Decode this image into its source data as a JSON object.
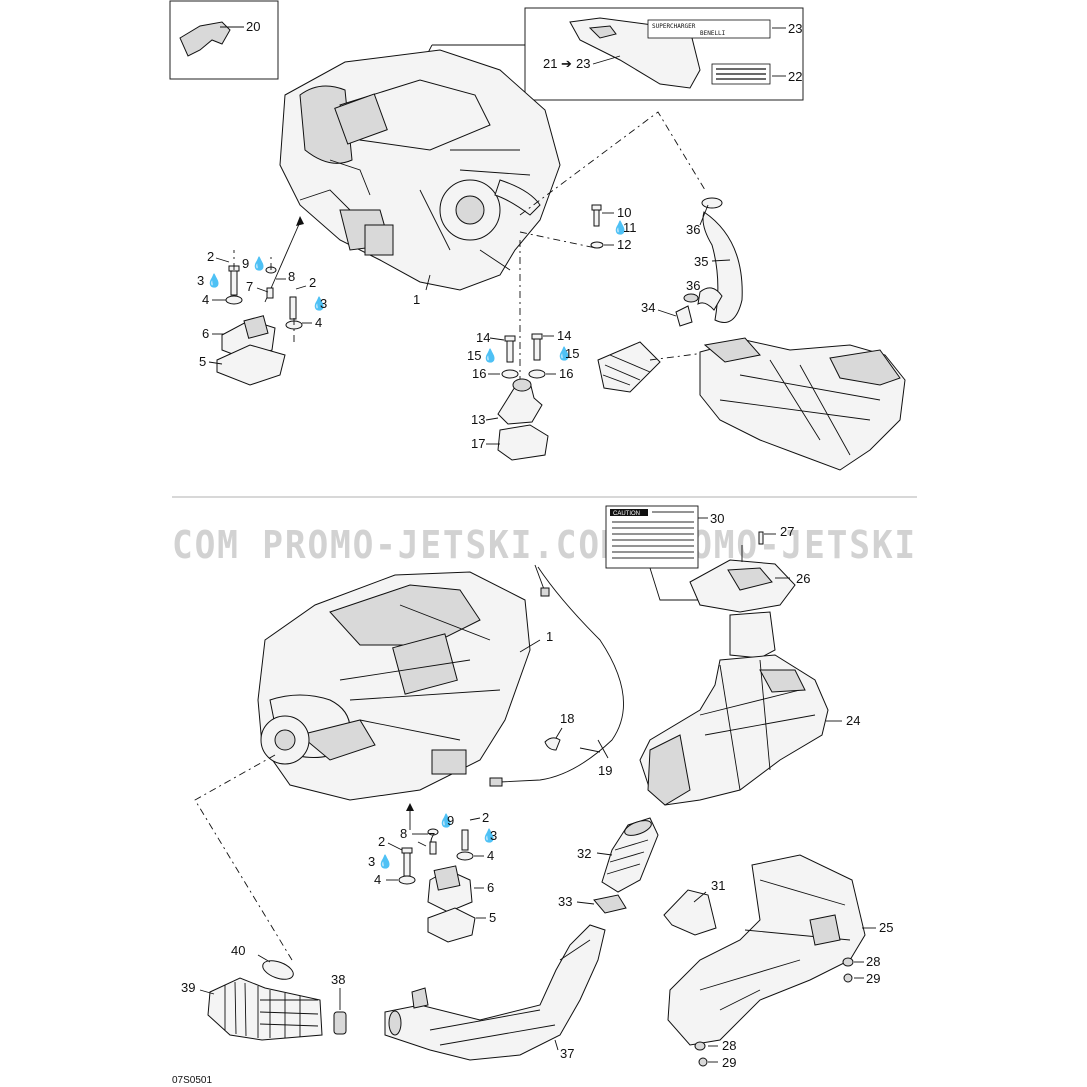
{
  "watermark": "COM   PROMO-JETSKI.COM PROMO-JETSKI",
  "figure_code": "07S0501",
  "decals": {
    "supercharger_1": "SUPERCHARGER",
    "supercharger_2": "BENELLI",
    "caution": "CAUTION"
  },
  "callouts_top": [
    "20",
    "23",
    "21",
    "23",
    "22",
    "10",
    "11",
    "12",
    "36",
    "35",
    "36",
    "34",
    "2",
    "9",
    "3",
    "8",
    "7",
    "2",
    "4",
    "3",
    "6",
    "4",
    "5",
    "1",
    "14",
    "14",
    "15",
    "15",
    "16",
    "16",
    "13",
    "17"
  ],
  "callouts_bottom": [
    "30",
    "27",
    "26",
    "1",
    "24",
    "18",
    "19",
    "8",
    "9",
    "2",
    "7",
    "3",
    "2",
    "4",
    "3",
    "6",
    "4",
    "5",
    "32",
    "31",
    "33",
    "25",
    "28",
    "29",
    "40",
    "39",
    "38",
    "37",
    "28",
    "29"
  ],
  "colors": {
    "line": "#111111",
    "watermark": "#d2d2d2",
    "fill": "#f4f4f4"
  }
}
